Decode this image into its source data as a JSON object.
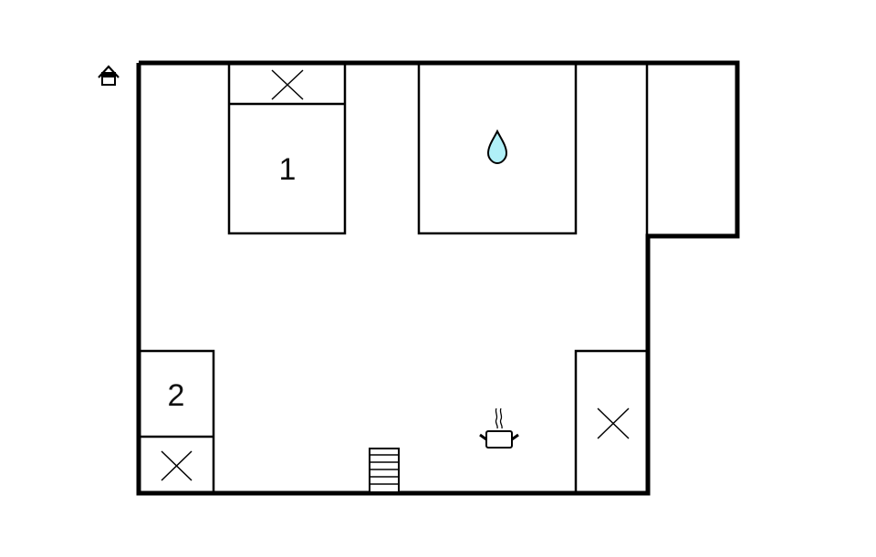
{
  "diagram": {
    "type": "floor-plan",
    "colors": {
      "background": "#ffffff",
      "wall": "#000000",
      "water": "#b0f0f8"
    },
    "legend_icons": [
      {
        "name": "entrance-icon",
        "position": "top-left"
      }
    ],
    "rooms": [
      {
        "id": "bedroom-1",
        "label": "1",
        "type": "bedroom",
        "bed": "single"
      },
      {
        "id": "bathroom",
        "label": "",
        "type": "bathroom",
        "icon": "water-drop-icon"
      },
      {
        "id": "annex-room",
        "label": "",
        "type": "room"
      },
      {
        "id": "bedroom-2",
        "label": "2",
        "type": "bedroom",
        "bed": "single"
      },
      {
        "id": "kitchen",
        "label": "",
        "type": "kitchen",
        "icon": "cooking-pot-icon"
      },
      {
        "id": "right-bed",
        "label": "",
        "type": "bed-area",
        "bed": "single"
      }
    ],
    "fixtures": [
      {
        "name": "stairs-icon",
        "steps": 6
      },
      {
        "name": "cooking-pot-icon"
      },
      {
        "name": "water-drop-icon"
      }
    ],
    "labels": {
      "room1": "1",
      "room2": "2"
    }
  }
}
